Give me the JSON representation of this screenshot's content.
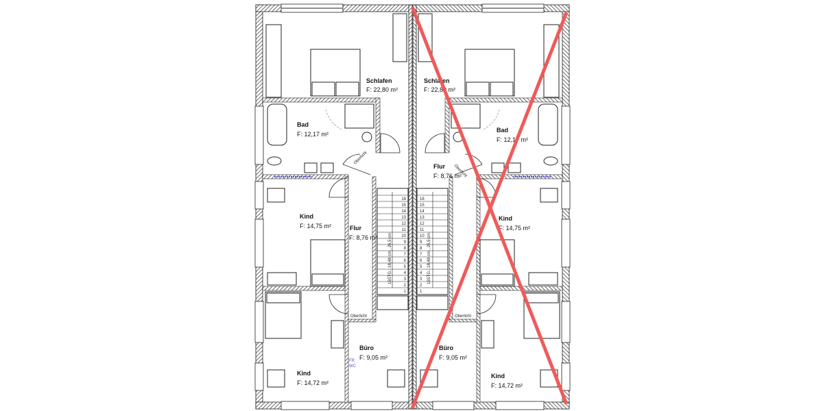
{
  "plan": {
    "left_unit": {
      "rooms": [
        {
          "name": "Schlafen",
          "area": "F: 22,80 m²"
        },
        {
          "name": "Bad",
          "area": "F: 12,17 m²"
        },
        {
          "name": "Flur",
          "area": "F: 8,76 m²"
        },
        {
          "name": "Kind",
          "area": "F: 14,75 m²"
        },
        {
          "name": "Büro",
          "area": "F: 9,05 m²"
        },
        {
          "name": "Kind",
          "area": "F: 14,72 m²"
        }
      ],
      "oberlicht": [
        "Oberlicht",
        "Oberlicht"
      ],
      "fr_wc": [
        "FR",
        "WC"
      ]
    },
    "right_unit": {
      "rooms": [
        {
          "name": "Schlafen",
          "area": "F: 22,80 m²"
        },
        {
          "name": "Bad",
          "area": "F: 12,17 m²"
        },
        {
          "name": "Flur",
          "area": "F: 8,76 m²"
        },
        {
          "name": "Kind",
          "area": "F: 14,75 m²"
        },
        {
          "name": "Büro",
          "area": "F: 9,05 m²"
        },
        {
          "name": "Kind",
          "area": "F: 14,72 m²"
        }
      ],
      "oberlicht": [
        "Oberlicht",
        "Oberlicht"
      ],
      "crossed_out": true
    },
    "stairs": {
      "label": "16STG.: 18,48 cm , 26,5 cm",
      "steps": [
        "1",
        "2",
        "3",
        "4",
        "5",
        "6",
        "7",
        "8",
        "9",
        "10",
        "11",
        "12",
        "13",
        "14",
        "15",
        "16"
      ]
    },
    "colors": {
      "wall": "#333333",
      "cross": "#f05a5a",
      "window_blue": "#5555cc"
    }
  }
}
